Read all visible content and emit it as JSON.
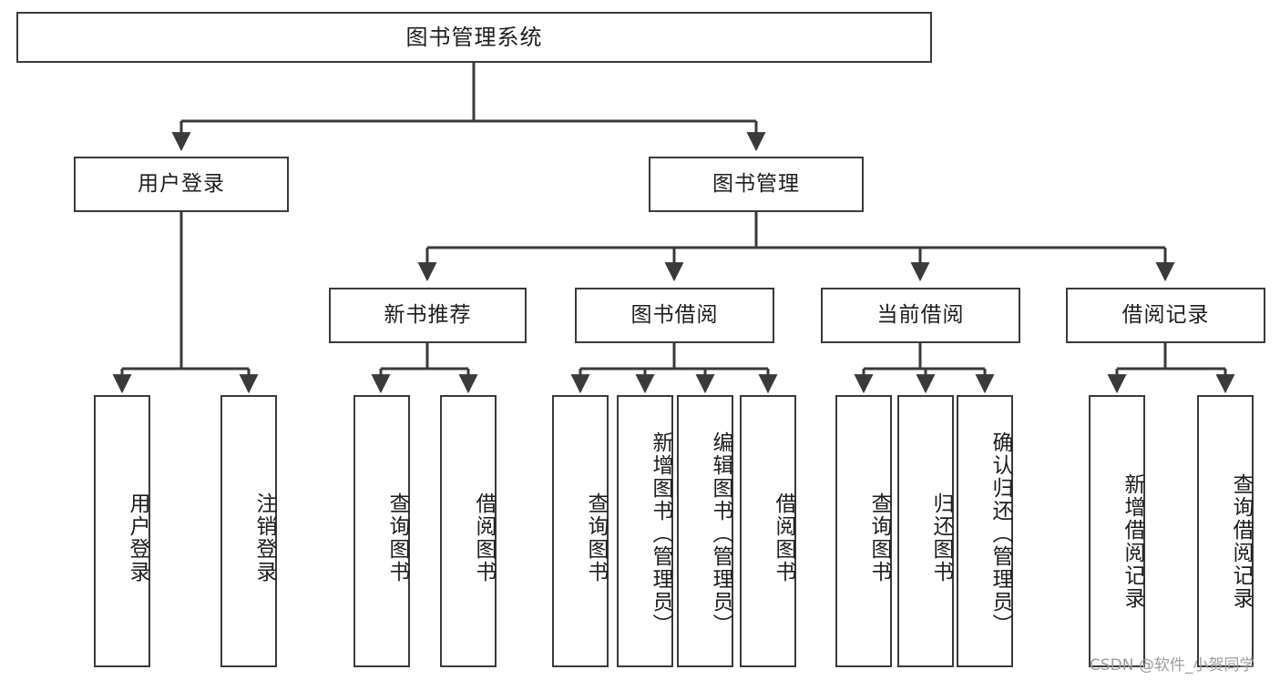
{
  "diagram": {
    "title": "图书管理系统",
    "type": "function-structure-tree",
    "root": {
      "id": "root",
      "label": "图书管理系统",
      "orientation": "horizontal"
    },
    "level2": [
      {
        "id": "user-login",
        "label": "用户登录",
        "orientation": "horizontal"
      },
      {
        "id": "book-manage",
        "label": "图书管理",
        "orientation": "horizontal"
      }
    ],
    "level3": [
      {
        "id": "new-book-recommend",
        "label": "新书推荐",
        "orientation": "horizontal",
        "parent": "book-manage"
      },
      {
        "id": "book-borrow",
        "label": "图书借阅",
        "orientation": "horizontal",
        "parent": "book-manage"
      },
      {
        "id": "current-borrow",
        "label": "当前借阅",
        "orientation": "horizontal",
        "parent": "book-manage"
      },
      {
        "id": "borrow-record",
        "label": "借阅记录",
        "orientation": "horizontal",
        "parent": "book-manage"
      }
    ],
    "leaves": [
      {
        "id": "leaf-user-login",
        "label": "用户登录",
        "parent": "user-login"
      },
      {
        "id": "leaf-logout-login",
        "label": "注销登录",
        "parent": "user-login"
      },
      {
        "id": "leaf-query-book-1",
        "label": "查询图书",
        "parent": "new-book-recommend"
      },
      {
        "id": "leaf-borrow-book-1",
        "label": "借阅图书",
        "parent": "new-book-recommend"
      },
      {
        "id": "leaf-query-book-2",
        "label": "查询图书",
        "parent": "book-borrow"
      },
      {
        "id": "leaf-add-book",
        "label": "新增图书（管理员）",
        "parent": "book-borrow"
      },
      {
        "id": "leaf-edit-book",
        "label": "编辑图书（管理员）",
        "parent": "book-borrow"
      },
      {
        "id": "leaf-borrow-book-2",
        "label": "借阅图书",
        "parent": "book-borrow"
      },
      {
        "id": "leaf-query-book-3",
        "label": "查询图书",
        "parent": "current-borrow"
      },
      {
        "id": "leaf-return-book",
        "label": "归还图书",
        "parent": "current-borrow"
      },
      {
        "id": "leaf-confirm-return",
        "label": "确认归还（管理员）",
        "parent": "current-borrow"
      },
      {
        "id": "leaf-add-record",
        "label": "新增借阅记录",
        "parent": "borrow-record"
      },
      {
        "id": "leaf-query-record",
        "label": "查询借阅记录",
        "parent": "borrow-record"
      }
    ],
    "watermark": "CSDN @软件_小贺同学",
    "colors": {
      "stroke": "#3a3a3a",
      "text": "#1d1d1d",
      "background": "#ffffff",
      "watermark": "#9d9d9d"
    }
  }
}
